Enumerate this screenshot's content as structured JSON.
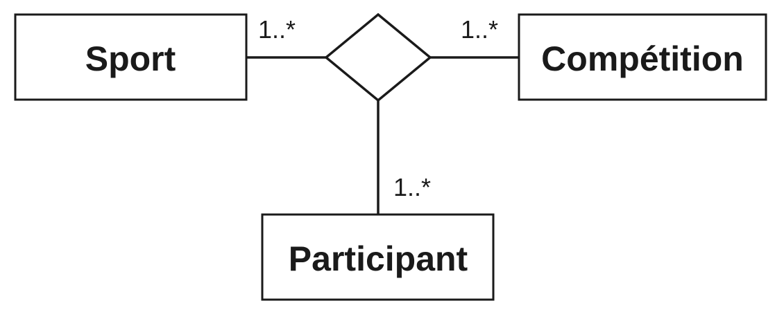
{
  "entities": {
    "sport": "Sport",
    "competition": "Compétition",
    "participant": "Participant"
  },
  "cardinalities": {
    "sport": "1..*",
    "competition": "1..*",
    "participant": "1..*"
  }
}
